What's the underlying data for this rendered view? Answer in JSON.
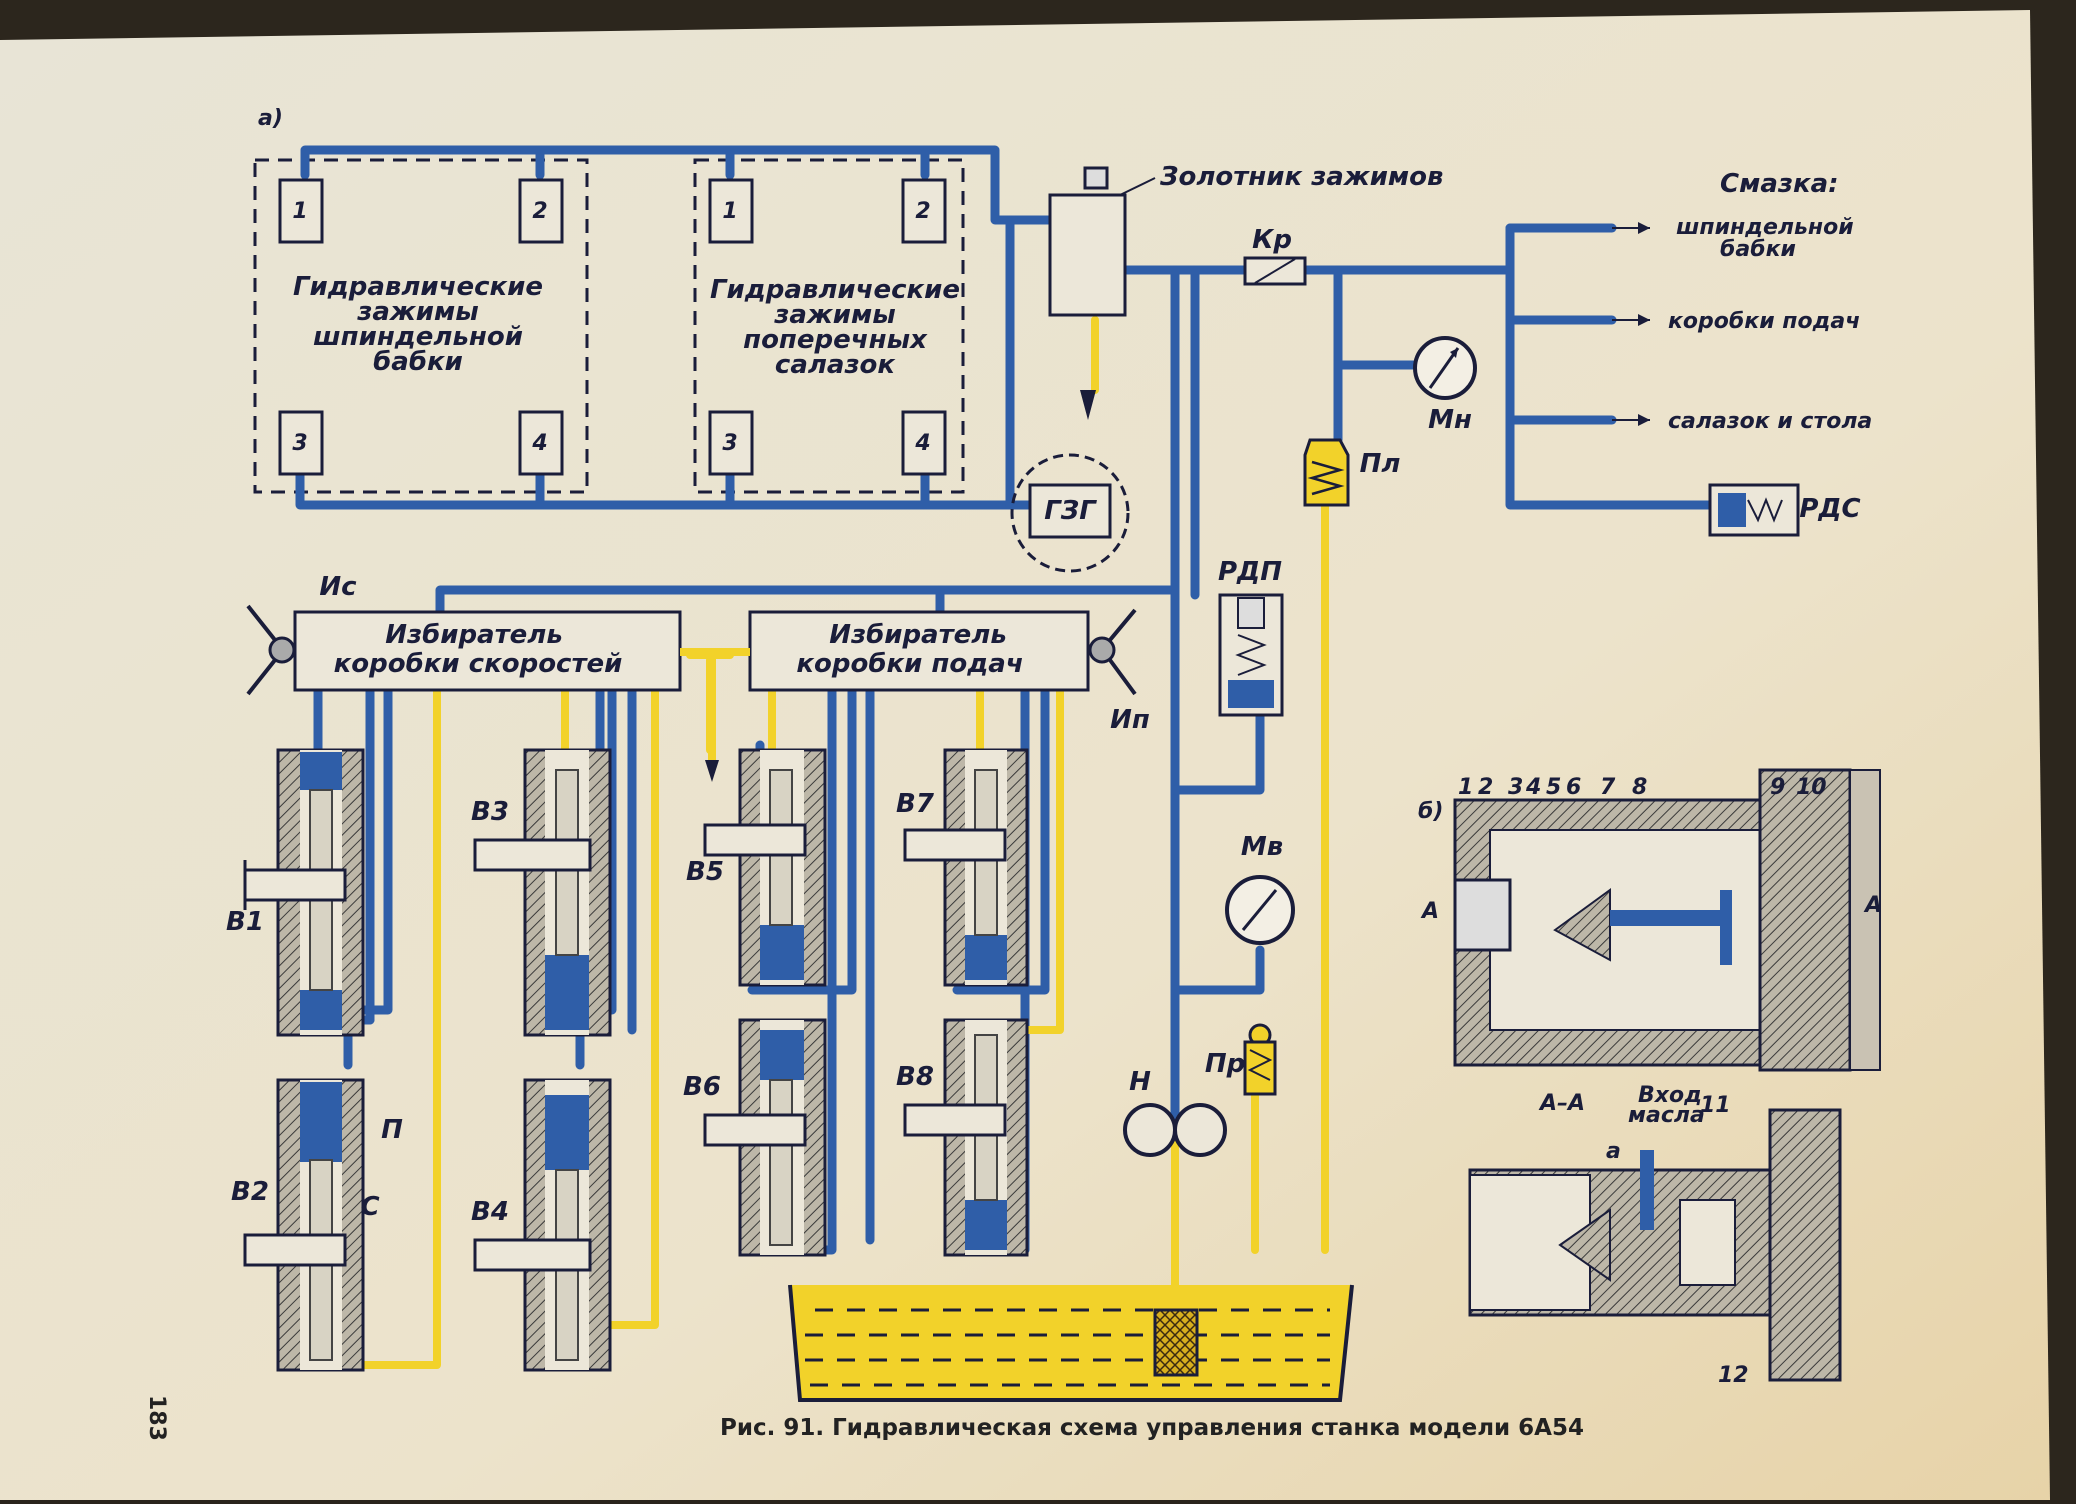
{
  "figure_marker_a": "а)",
  "figure_marker_b": "б)",
  "page_number": "183",
  "caption": "Рис. 91. Гидравлическая схема управления станка модели 6А54",
  "colors": {
    "pressure": "#2f5ea8",
    "drain": "#f2d22a",
    "paper": "#e9e2cf",
    "ink": "#1a1d3a"
  },
  "clamp_group_1": {
    "label_lines": [
      "Гидравлические",
      "зажимы",
      "шпиндельной",
      "бабки"
    ],
    "ports": [
      "1",
      "2",
      "3",
      "4"
    ]
  },
  "clamp_group_2": {
    "label_lines": [
      "Гидравлические",
      "зажимы",
      "поперечных",
      "салазок"
    ],
    "ports": [
      "1",
      "2",
      "3",
      "4"
    ]
  },
  "labels": {
    "spool": "Золотник зажимов",
    "kr": "Кр",
    "mn": "Мн",
    "pl": "Пл",
    "gzg": "ГЗГ",
    "rdp": "РДП",
    "mv": "Мв",
    "pr": "Пр",
    "n": "Н",
    "is": "Ис",
    "ip": "Ип",
    "rds": "РДС",
    "p": "П",
    "c": "С"
  },
  "lubrication": {
    "title": "Смазка:",
    "items": [
      "шпиндельной бабки",
      "коробки подач",
      "салазок и стола"
    ]
  },
  "selector_speeds": {
    "lines": [
      "Избиратель",
      "коробки    скоростей"
    ]
  },
  "selector_feeds": {
    "lines": [
      "Избиратель",
      "коробки   подач"
    ]
  },
  "cylinders": [
    "В1",
    "В2",
    "В3",
    "В4",
    "В5",
    "В6",
    "В7",
    "В8"
  ],
  "detail_b": {
    "numbers": [
      "1",
      "2",
      "3",
      "4",
      "5",
      "6",
      "7",
      "8",
      "9",
      "10"
    ],
    "section_mark": "А",
    "section_title": "А–А",
    "oil_inlet": "Вход масла",
    "num_11": "11",
    "num_12": "12",
    "label_a": "а"
  }
}
